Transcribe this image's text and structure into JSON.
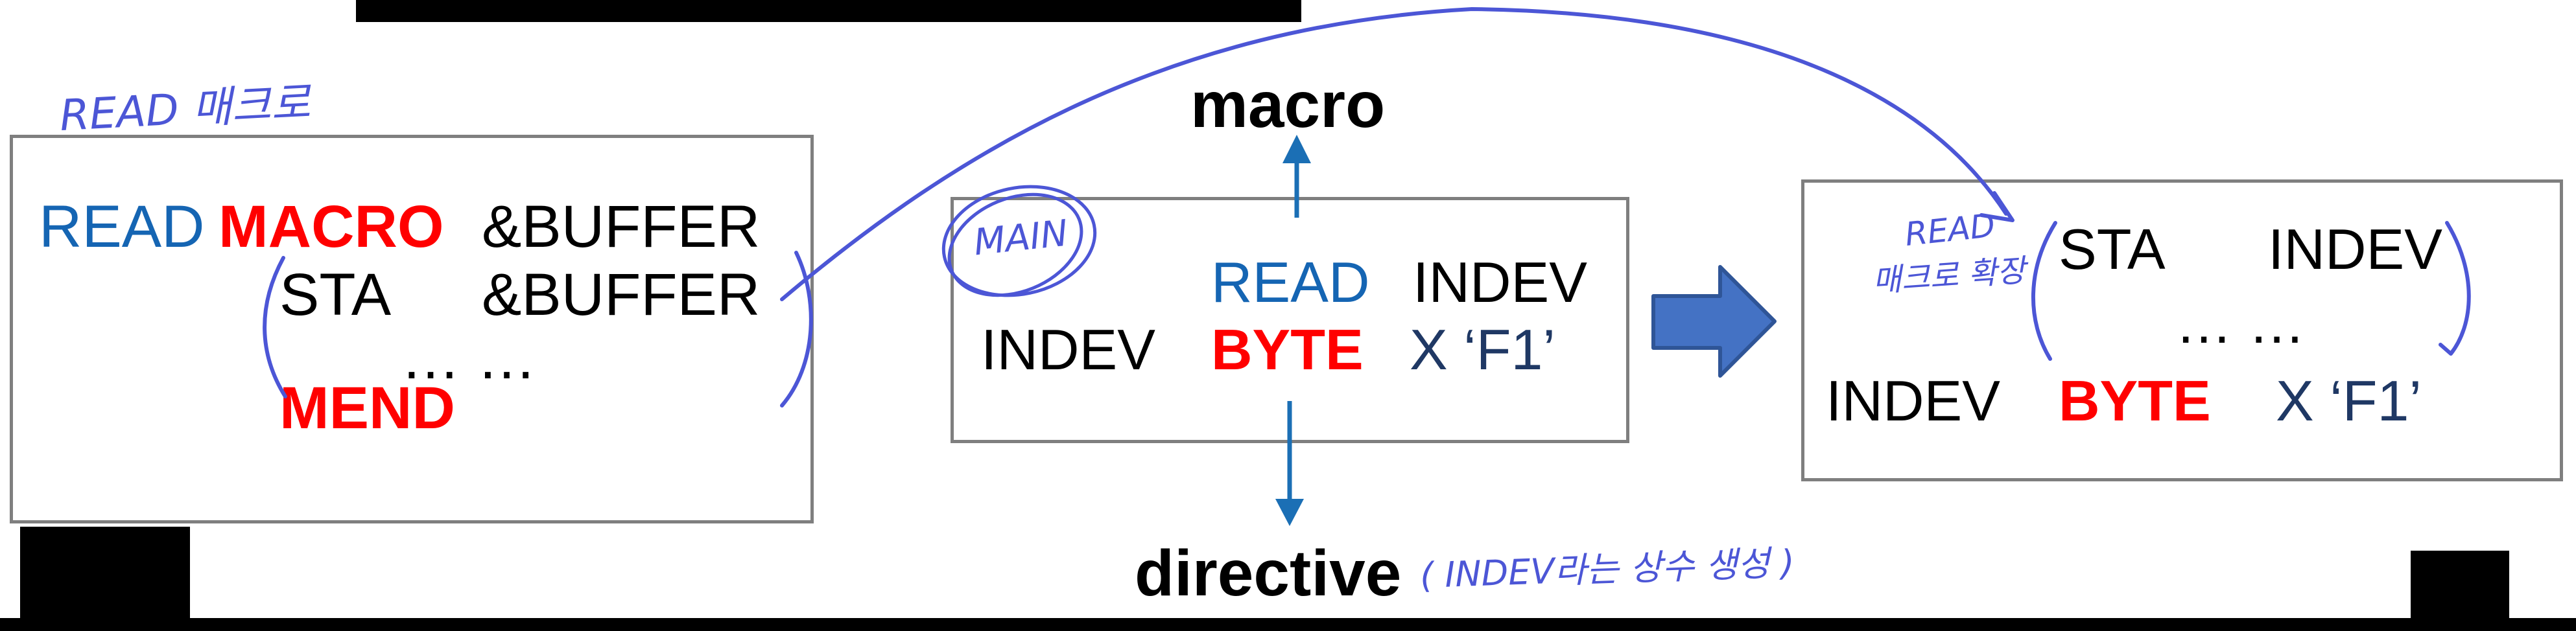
{
  "labels": {
    "macro": "macro",
    "directive": "directive"
  },
  "annotations": {
    "left_box_title": "READ 매크로",
    "main_circled": "MAIN",
    "expansion_line1": "READ",
    "expansion_line2": "매크로 확장",
    "directive_note": "( INDEV라는 상수 생성 )"
  },
  "left_box": {
    "line1": {
      "label": "READ",
      "opcode": "MACRO",
      "operand": "&BUFFER"
    },
    "line2": {
      "opcode": "STA",
      "operand": "&BUFFER"
    },
    "line3": "… …",
    "line4": {
      "opcode": "MEND"
    }
  },
  "middle_box": {
    "line1": {
      "opcode": "READ",
      "operand": "INDEV"
    },
    "line2": {
      "label": "INDEV",
      "opcode": "BYTE",
      "operand": "X ‘F1’"
    }
  },
  "right_box": {
    "line1": {
      "opcode": "STA",
      "operand": "INDEV"
    },
    "line2": "… …",
    "line3": {
      "label": "INDEV",
      "opcode": "BYTE",
      "operand": "X ‘F1’"
    }
  },
  "colors": {
    "keyword_blue": "#1565b3",
    "directive_red": "#ff0000",
    "operand_navy": "#1f3864",
    "handwriting_blue": "#4c56d6",
    "straight_arrow_blue": "#1b6fb5",
    "block_arrow_fill": "#4472c4",
    "block_arrow_border": "#2f5597",
    "box_border_gray": "#7f7f7f"
  }
}
